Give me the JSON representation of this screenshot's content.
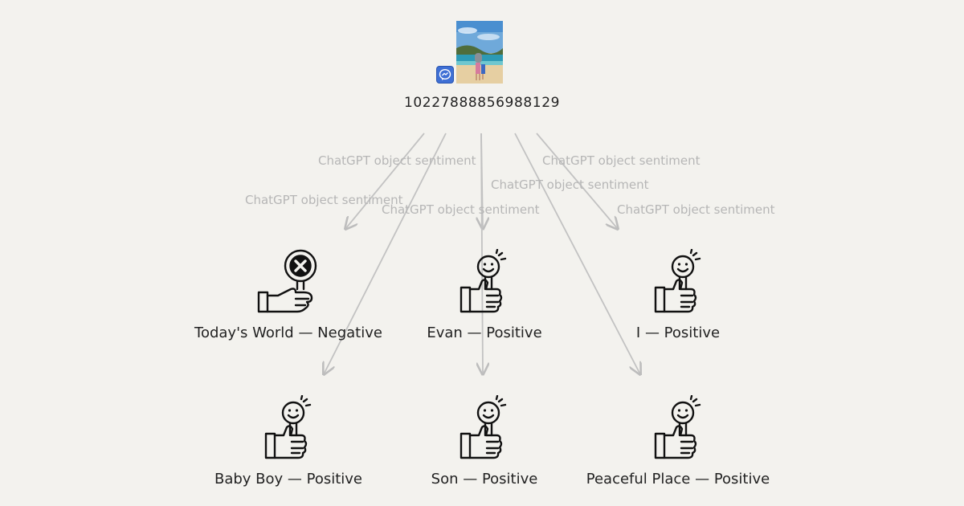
{
  "root": {
    "label": "10227888856988129",
    "badge_icon": "messenger-icon",
    "photo": "beach-photo"
  },
  "edges": [
    {
      "label": "ChatGPT object sentiment"
    },
    {
      "label": "ChatGPT object sentiment"
    },
    {
      "label": "ChatGPT object sentiment"
    },
    {
      "label": "ChatGPT object sentiment"
    },
    {
      "label": "ChatGPT object sentiment"
    },
    {
      "label": "ChatGPT object sentiment"
    }
  ],
  "nodes": [
    {
      "label": "Today's World — Negative",
      "sentiment": "negative",
      "icon": "thumbs-up-magnifier-x-icon"
    },
    {
      "label": "Evan — Positive",
      "sentiment": "positive",
      "icon": "thumbs-up-smiley-icon"
    },
    {
      "label": "I — Positive",
      "sentiment": "positive",
      "icon": "thumbs-up-smiley-icon"
    },
    {
      "label": "Baby Boy — Positive",
      "sentiment": "positive",
      "icon": "thumbs-up-smiley-icon"
    },
    {
      "label": "Son — Positive",
      "sentiment": "positive",
      "icon": "thumbs-up-smiley-icon"
    },
    {
      "label": "Peaceful Place — Positive",
      "sentiment": "positive",
      "icon": "thumbs-up-smiley-icon"
    }
  ],
  "colors": {
    "background": "#f3f2ee",
    "edge": "#c2c2c2",
    "edge_label": "#b6b6b6",
    "text": "#222222",
    "icon": "#111111",
    "badge": "#3e6fd4"
  }
}
